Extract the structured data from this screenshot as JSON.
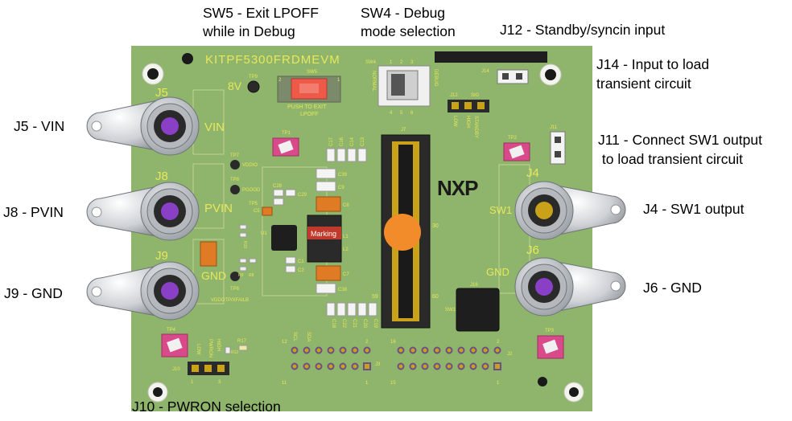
{
  "board": {
    "name": "KITPF5300FRDMEVM",
    "logo": "NXP",
    "ic_marking": "Marking",
    "connectors": {
      "j5": "J5",
      "j8": "J8",
      "j9": "J9",
      "j4": "J4",
      "j6": "J6",
      "j7": "J7",
      "j10": "J10",
      "j11": "J11",
      "j12": "J12",
      "j14": "J14",
      "j16": "J16",
      "j2": "J2",
      "j3": "J3"
    },
    "silk": {
      "vin": "VIN",
      "pvin": "PVIN",
      "gnd_left": "GND",
      "sw1": "SW1",
      "gnd_right": "GND",
      "v8": "8V",
      "tp9": "TP9",
      "tp1": "TP1",
      "tp2": "TP2",
      "tp3": "TP3",
      "tp4": "TP4",
      "tp5": "TP5",
      "tp6": "TP6",
      "tp7": "TP7",
      "tp8": "TP8",
      "sw5": "SW5",
      "push_to_exit": "PUSH TO EXIT",
      "lpoff": "LPOFF",
      "sw4": "SW4",
      "normal": "NORMAL",
      "debug": "DEBUG",
      "vddio": "VDDIO",
      "pgood": "PGOOD",
      "vddotp": "VDDOTP/XFAILB",
      "low": "LOW",
      "high": "HIGH",
      "standby": "STANDBY",
      "sig": "SIG",
      "pwron": "PWRON",
      "scl": "SCL",
      "sda": "SDA",
      "r17": "R17",
      "u1": "U1",
      "pin_1": "1",
      "pin_2": "2",
      "pin_3": "3",
      "pin_4": "4",
      "pin_5": "5",
      "pin_6": "6",
      "pin_11": "11",
      "pin_12": "12",
      "pin_15": "15",
      "pin_16": "16",
      "pin_30": "30",
      "pin_59": "59",
      "pin_60": "60",
      "c17": "C17",
      "c16": "C16",
      "c14": "C14",
      "c13": "C13",
      "c39": "C39",
      "c9": "C9",
      "c8": "C8",
      "c7": "C7",
      "c38": "C38",
      "c18": "C18",
      "c22": "C22",
      "c21": "C21",
      "c20": "C20",
      "c19": "C19",
      "c28": "C28",
      "c29": "C29",
      "c5": "C5",
      "c1": "C1",
      "c2": "C2",
      "l1": "L1",
      "l2": "L2",
      "r10": "R10",
      "r9": "R9",
      "r8": "R8",
      "r12": "R12"
    }
  },
  "annotations": {
    "sw5": [
      "SW5 - Exit LPOFF",
      "while in Debug"
    ],
    "sw4": [
      "SW4 - Debug",
      "mode selection"
    ],
    "j12": "J12 - Standby/syncin input",
    "j14": [
      "J14 - Input to load",
      "transient circuit"
    ],
    "j5": "J5 - VIN",
    "j11": [
      "J11 - Connect SW1 output",
      " to load transient circuit"
    ],
    "j8": "J8 - PVIN",
    "j4": "J4 - SW1 output",
    "j9": "J9 - GND",
    "j6": "J6 - GND",
    "j10": "J10 - PWRON selection"
  },
  "colors": {
    "pcb": "#8fb46b",
    "silkscreen": "#e8e85a",
    "post_purple": "#8a3fc7",
    "post_gold": "#c9a21a",
    "marker_orange": "#f28b2a",
    "testpoint_pink": "#d94a8a",
    "capacitor_orange": "#e07b25",
    "switch_red": "#ee5a4a"
  }
}
